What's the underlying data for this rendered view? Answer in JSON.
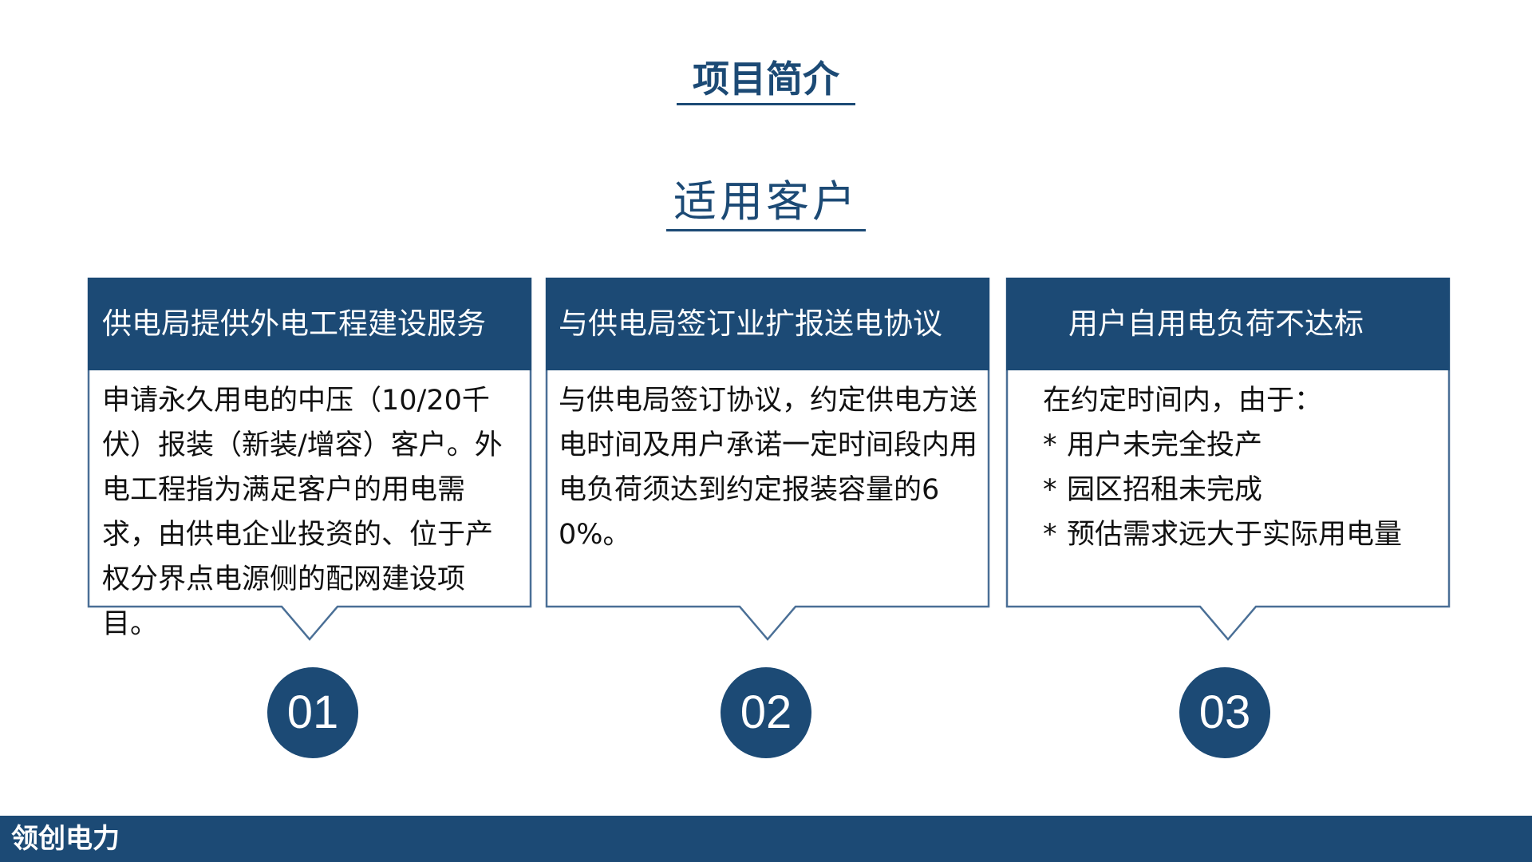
{
  "header": {
    "title": "项目简介"
  },
  "subtitle": "适用客户",
  "cards": [
    {
      "title": "供电局提供外电工程建设服务",
      "body": "申请永久用电的中压（10/20千伏）报装（新装/增容）客户。外电工程指为满足客户的用电需求，由供电企业投资的、位于产权分界点电源侧的配网建设项目。",
      "number": "01"
    },
    {
      "title": "与供电局签订业扩报送电协议",
      "body": "与供电局签订协议，约定供电方送电时间及用户承诺一定时间段内用电负荷须达到约定报装容量的60%。",
      "number": "02"
    },
    {
      "title": "用户自用电负荷不达标",
      "intro": "在约定时间内，由于：",
      "items": [
        {
          "bullet": "*",
          "text": "用户未完全投产"
        },
        {
          "bullet": "*",
          "text": "园区招租未完成"
        },
        {
          "bullet": "*",
          "text": "预估需求远大于实际用电量"
        }
      ],
      "number": "03"
    }
  ],
  "footer": {
    "brand": "领创电力"
  },
  "colors": {
    "primary": "#1c4a75",
    "card_border": "#4a6f96",
    "background": "#ffffff"
  }
}
